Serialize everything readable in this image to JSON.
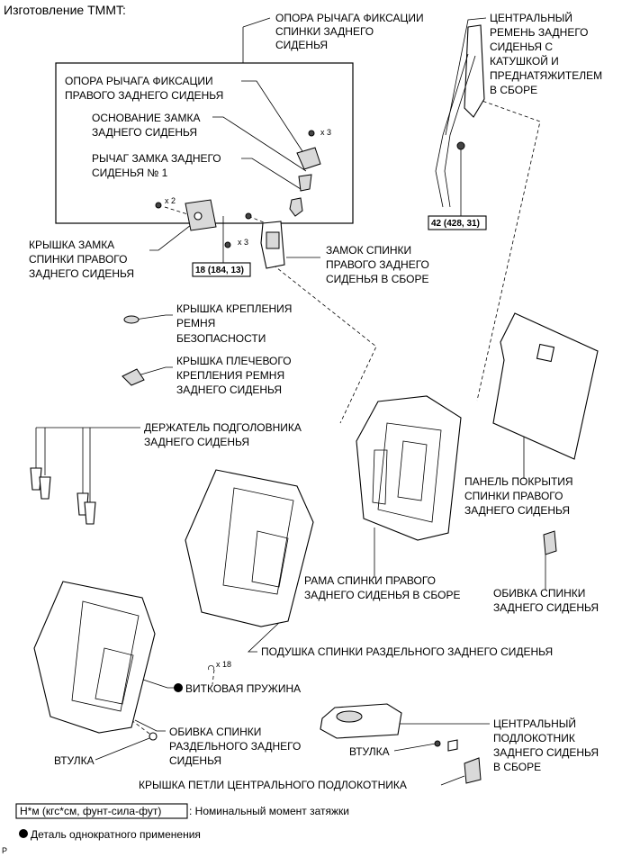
{
  "header": "Изготовление TMMT:",
  "labels": {
    "lever_support": [
      "ОПОРА РЫЧАГА ФИКСАЦИИ",
      "СПИНКИ ЗАДНЕГО",
      "СИДЕНЬЯ"
    ],
    "rh_lever_support": [
      "ОПОРА РЫЧАГА ФИКСАЦИИ",
      "ПРАВОГО ЗАДНЕГО СИДЕНЬЯ"
    ],
    "lock_base": [
      "ОСНОВАНИЕ ЗАМКА",
      "ЗАДНЕГО СИДЕНЬЯ"
    ],
    "lock_lever": [
      "РЫЧАГ ЗАМКА ЗАДНЕГО",
      "СИДЕНЬЯ № 1"
    ],
    "center_belt": [
      "ЦЕНТРАЛЬНЫЙ",
      "РЕМЕНЬ ЗАДНЕГО",
      "СИДЕНЬЯ С",
      "КАТУШКОЙ И",
      "ПРЕДНАТЯЖИТЕЛЕМ",
      "В СБОРЕ"
    ],
    "lock_cover": [
      "КРЫШКА ЗАМКА",
      "СПИНКИ ПРАВОГО",
      "ЗАДНЕГО СИДЕНЬЯ"
    ],
    "seatback_lock": [
      "ЗАМОК СПИНКИ",
      "ПРАВОГО ЗАДНЕГО",
      "СИДЕНЬЯ В СБОРЕ"
    ],
    "belt_anchor_cover": [
      "КРЫШКА КРЕПЛЕНИЯ",
      "РЕМНЯ",
      "БЕЗОПАСНОСТИ"
    ],
    "shoulder_anchor_cover": [
      "КРЫШКА ПЛЕЧЕВОГО",
      "КРЕПЛЕНИЯ РЕМНЯ",
      "ЗАДНЕГО СИДЕНЬЯ"
    ],
    "headrest_holder": [
      "ДЕРЖАТЕЛЬ ПОДГОЛОВНИКА",
      "ЗАДНЕГО СИДЕНЬЯ"
    ],
    "cover_panel": [
      "ПАНЕЛЬ ПОКРЫТИЯ",
      "СПИНКИ ПРАВОГО",
      "ЗАДНЕГО СИДЕНЬЯ"
    ],
    "frame": [
      "РАМА СПИНКИ ПРАВОГО",
      "ЗАДНЕГО СИДЕНЬЯ В СБОРЕ"
    ],
    "trim_cover": [
      "ОБИВКА СПИНКИ",
      "ЗАДНЕГО СИДЕНЬЯ"
    ],
    "pad": [
      "ПОДУШКА СПИНКИ РАЗДЕЛЬНОГО ЗАДНЕГО СИДЕНЬЯ"
    ],
    "hog_ring": [
      "ВИТКОВАЯ ПРУЖИНА"
    ],
    "separate_cover": [
      "ОБИВКА СПИНКИ",
      "РАЗДЕЛЬНОГО ЗАДНЕГО",
      "СИДЕНЬЯ"
    ],
    "bushing_left": [
      "ВТУЛКА"
    ],
    "bushing_right": [
      "ВТУЛКА"
    ],
    "armrest": [
      "ЦЕНТРАЛЬНЫЙ",
      "ПОДЛОКОТНИК",
      "ЗАДНЕГО СИДЕНЬЯ",
      "В СБОРЕ"
    ],
    "hinge_cover": [
      "КРЫШКА ПЕТЛИ ЦЕНТРАЛЬНОГО ПОДЛОКОТНИКА"
    ]
  },
  "quantities": {
    "x3_top": "x 3",
    "x2": "x 2",
    "x3_mid": "x 3",
    "x18": "x 18"
  },
  "torques": {
    "belt": "42 (428, 31)",
    "lock": "18 (184, 13)"
  },
  "legend": {
    "torque_key": "Н*м (кгс*см, фунт-сила-фут)",
    "torque_text": ": Номинальный момент затяжки",
    "non_reusable": "Деталь однократного применения"
  },
  "corner_mark": "P"
}
